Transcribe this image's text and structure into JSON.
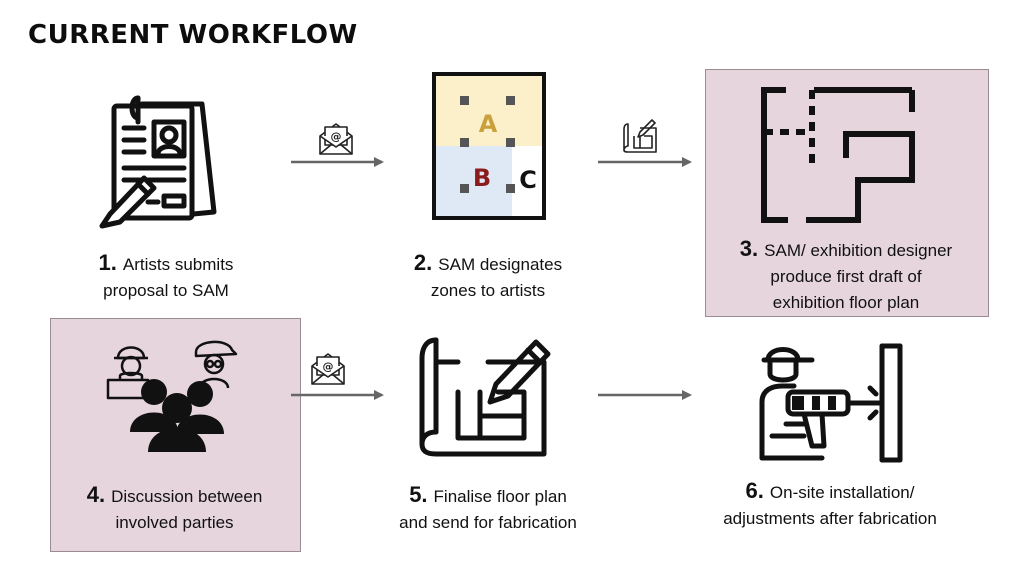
{
  "title": "CURRENT WORKFLOW",
  "steps": [
    {
      "num": "1.",
      "line1": "Artists submits",
      "line2": "proposal to SAM"
    },
    {
      "num": "2.",
      "line1": "SAM designates",
      "line2": "zones to artists"
    },
    {
      "num": "3.",
      "line1": "SAM/ exhibition designer",
      "line2": "produce first draft of",
      "line3": "exhibition floor plan"
    },
    {
      "num": "4.",
      "line1": "Discussion between",
      "line2": "involved parties"
    },
    {
      "num": "5.",
      "line1": "Finalise floor plan",
      "line2": "and send for fabrication"
    },
    {
      "num": "6.",
      "line1": "On-site installation/",
      "line2": "adjustments after fabrication"
    }
  ],
  "zones": {
    "a": "A",
    "b": "B",
    "c": "C"
  },
  "colors": {
    "highlight": "#e6d5dd",
    "zone_a": "#fbf0c9",
    "zone_b": "#dfe9f5",
    "letter_a": "#c9a03c",
    "letter_b": "#8b1c1c",
    "arrow": "#666666"
  },
  "icons": [
    "proposal-document-icon",
    "zone-map-icon",
    "floor-plan-icon",
    "people-discussion-icon",
    "blueprint-pencil-icon",
    "worker-drill-icon",
    "email-icon",
    "blueprint-icon"
  ]
}
